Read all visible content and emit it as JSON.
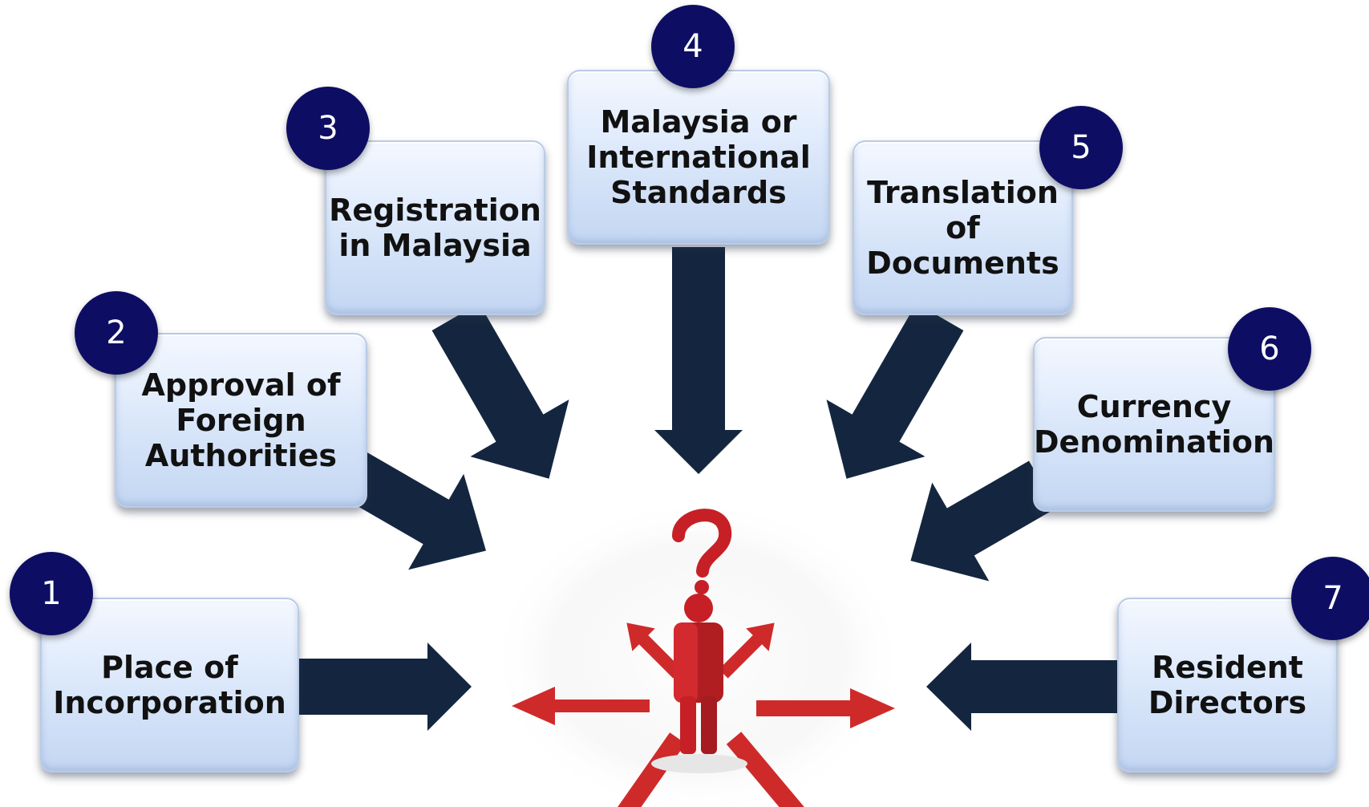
{
  "colors": {
    "arrow": "#14263f",
    "badge": "#0d0e63",
    "box_top": "#f4f8ff",
    "box_bottom": "#c3d6f2",
    "figure": "#c62026",
    "figure_arrows": "#cf2a2a"
  },
  "center_figure": {
    "icon": "person-with-question-mark-icon"
  },
  "items": [
    {
      "number": "1",
      "label": "Place of\nIncorporation"
    },
    {
      "number": "2",
      "label": "Approval of\nForeign\nAuthorities"
    },
    {
      "number": "3",
      "label": "Registration\nin Malaysia"
    },
    {
      "number": "4",
      "label": "Malaysia or\nInternational\nStandards"
    },
    {
      "number": "5",
      "label": "Translation\nof\nDocuments"
    },
    {
      "number": "6",
      "label": "Currency\nDenomination"
    },
    {
      "number": "7",
      "label": "Resident\nDirectors"
    }
  ]
}
